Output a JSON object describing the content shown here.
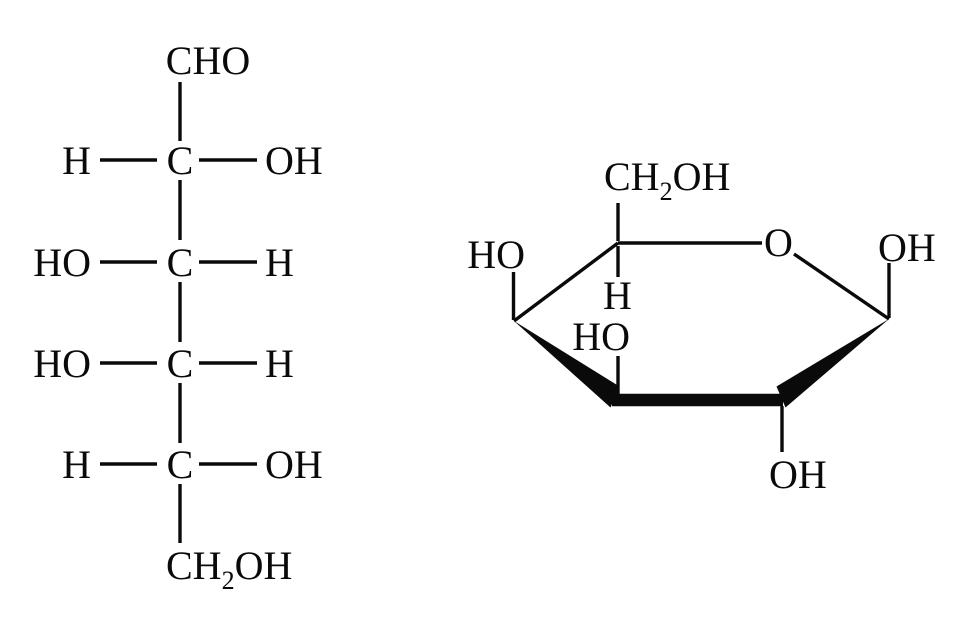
{
  "figure": {
    "background_color": "#ffffff",
    "ink_color": "#0a0a0a"
  },
  "fischer": {
    "top_group": "CHO",
    "carbon": "C",
    "rows": [
      {
        "left": "H",
        "right": "OH"
      },
      {
        "left": "HO",
        "right": "H"
      },
      {
        "left": "HO",
        "right": "H"
      },
      {
        "left": "H",
        "right": "OH"
      }
    ],
    "bottom_group": {
      "pre": "CH",
      "sub": "2",
      "post": "OH"
    }
  },
  "haworth": {
    "hydroxymethyl": {
      "pre": "CH",
      "sub": "2",
      "post": "OH"
    },
    "ring_oxygen": "O",
    "anomeric_hydroxyl": "OH",
    "c4_hydroxyl": "HO",
    "c5_hydrogen": "H",
    "inner_hydroxyl": "HO",
    "bottom_hydroxyl": "OH"
  }
}
